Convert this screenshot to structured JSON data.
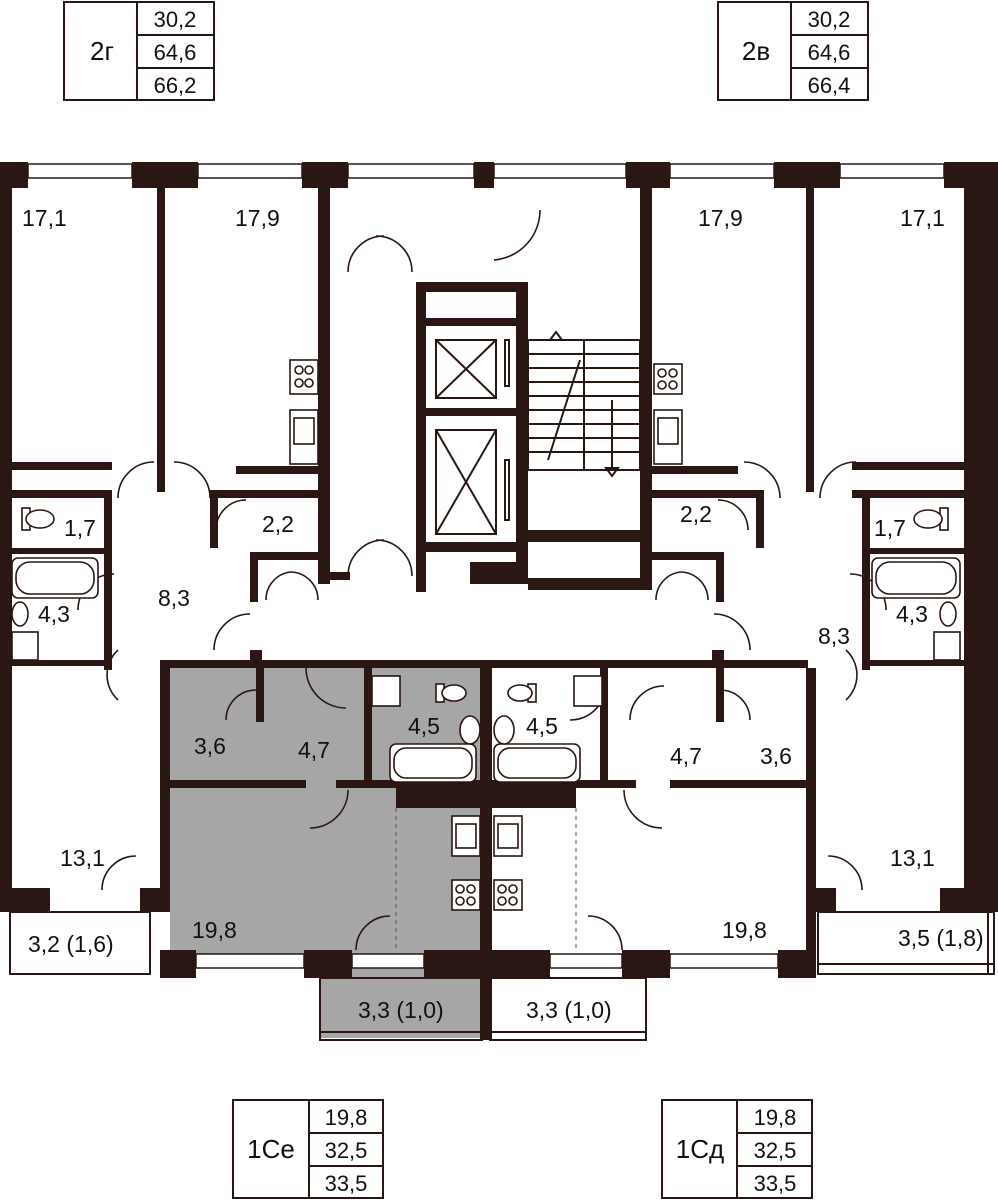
{
  "legend_tables": [
    {
      "name": "2г",
      "values": [
        "30,2",
        "64,6",
        "66,2"
      ]
    },
    {
      "name": "2в",
      "values": [
        "30,2",
        "64,6",
        "66,4"
      ]
    },
    {
      "name": "1Се",
      "values": [
        "19,8",
        "32,5",
        "33,5"
      ]
    },
    {
      "name": "1Сд",
      "values": [
        "19,8",
        "32,5",
        "33,5"
      ]
    }
  ],
  "rooms": {
    "left_room_1": "17,1",
    "left_room_2": "17,9",
    "right_room_2": "17,9",
    "right_room_1": "17,1",
    "left_wc": "1,7",
    "left_storage": "2,2",
    "right_storage": "2,2",
    "right_wc": "1,7",
    "left_hall": "8,3",
    "left_bath": "4,3",
    "right_bath": "4,3",
    "right_hall": "8,3",
    "studio_e_closet": "3,6",
    "studio_e_hall": "4,7",
    "studio_e_bath": "4,5",
    "studio_d_bath": "4,5",
    "studio_d_hall": "4,7",
    "studio_d_closet": "3,6",
    "left_room_3": "13,1",
    "right_room_3": "13,1",
    "left_balcony": "3,2 (1,6)",
    "studio_e_room": "19,8",
    "studio_d_room": "19,8",
    "right_balcony": "3,5 (1,8)",
    "studio_e_balcony": "3,3 (1,0)",
    "studio_d_balcony": "3,3 (1,0)"
  },
  "colors": {
    "wall": "#2a1612",
    "highlight": "#a6a6a6"
  }
}
